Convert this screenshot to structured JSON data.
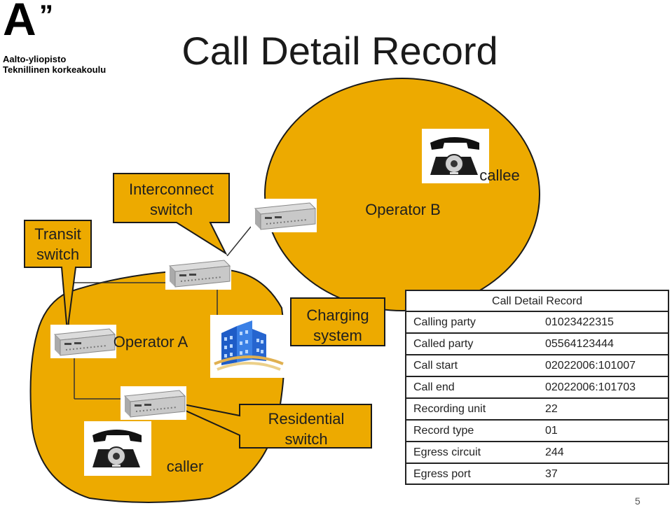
{
  "title": "Call Detail Record",
  "logo": {
    "mark": "A",
    "quote": "”",
    "line1": "Aalto-yliopisto",
    "line2": "Teknillinen korkeakoulu"
  },
  "labels": {
    "transit_switch": [
      "Transit",
      "switch"
    ],
    "interconnect_switch": [
      "Interconnect",
      "switch"
    ],
    "operator_a": "Operator A",
    "operator_b": "Operator B",
    "charging_system": [
      "Charging",
      "system"
    ],
    "residential_switch": [
      "Residential",
      "switch"
    ],
    "callee": "callee",
    "caller": "caller"
  },
  "cdr": {
    "title": "Call Detail Record",
    "rows": [
      {
        "key": "Calling party",
        "value": "01023422315"
      },
      {
        "key": "Called party",
        "value": "05564123444"
      },
      {
        "key": "Call start",
        "value": "02022006:101007"
      },
      {
        "key": "Call end",
        "value": "02022006:101703"
      },
      {
        "key": "Recording unit",
        "value": "22"
      },
      {
        "key": "Record type",
        "value": "01"
      },
      {
        "key": "Egress circuit",
        "value": "244"
      },
      {
        "key": "Egress port",
        "value": "37"
      }
    ]
  },
  "page_number": "5",
  "colors": {
    "operator_fill": "#EDAA00",
    "label_fill": "#EDAA00",
    "outline": "#1a1a1a"
  }
}
